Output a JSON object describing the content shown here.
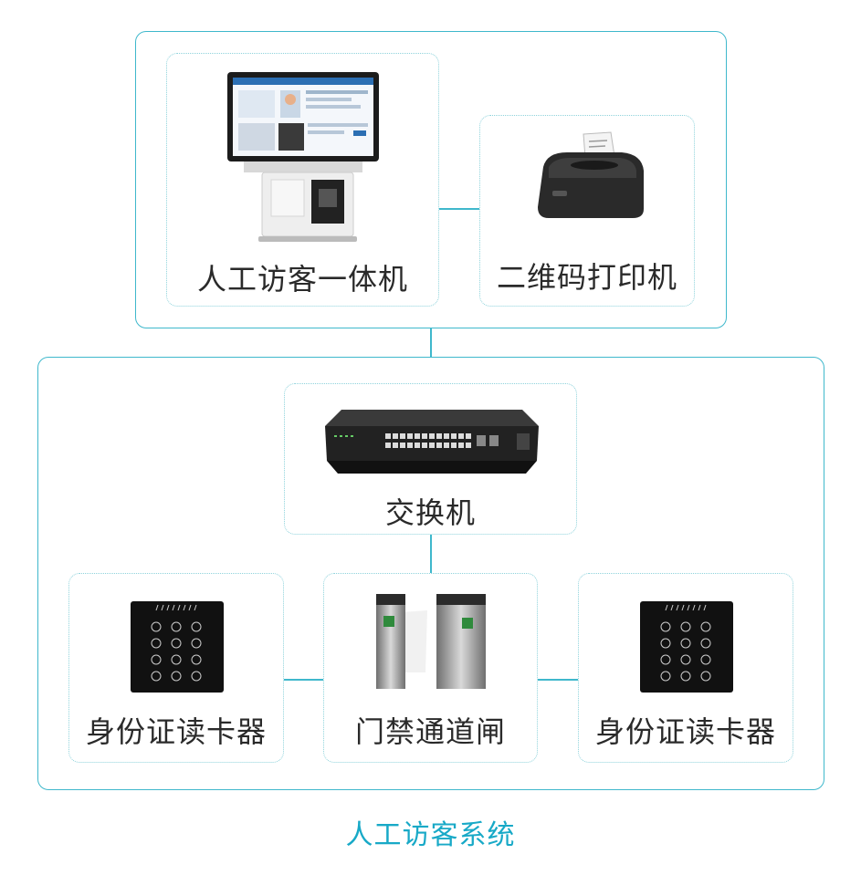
{
  "caption": "人工访客系统",
  "devices": {
    "kiosk": {
      "label": "人工访客一体机",
      "icon": "visitor-kiosk-icon"
    },
    "printer": {
      "label": "二维码打印机",
      "icon": "receipt-printer-icon"
    },
    "switch": {
      "label": "交换机",
      "icon": "network-switch-icon"
    },
    "reader_left": {
      "label": "身份证读卡器",
      "icon": "card-reader-keypad-icon"
    },
    "gate": {
      "label": "门禁通道闸",
      "icon": "turnstile-gate-icon"
    },
    "reader_right": {
      "label": "身份证读卡器",
      "icon": "card-reader-keypad-icon"
    }
  },
  "colors": {
    "accent": "#3fb8cc",
    "caption": "#18a9c7",
    "card_border": "#8fd3dc"
  }
}
